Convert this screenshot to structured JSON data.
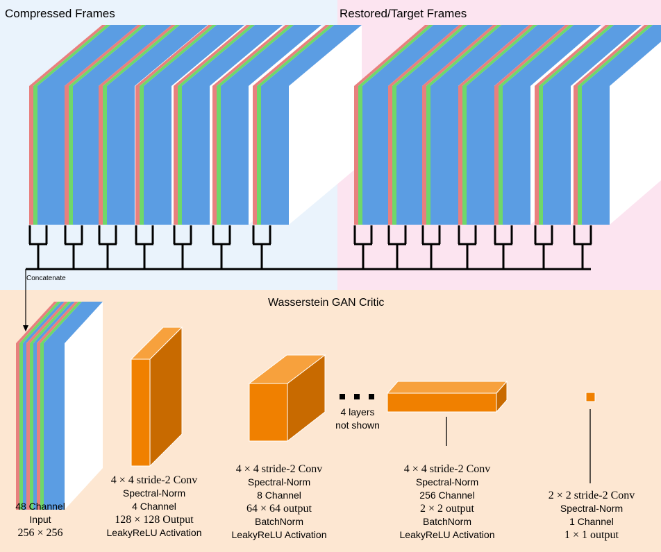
{
  "top": {
    "compressed_title": "Compressed Frames",
    "restored_title": "Restored/Target Frames",
    "concatenate_label": "Concatenate"
  },
  "critic": {
    "title": "Wasserstein GAN Critic",
    "layers_not_shown": [
      "4 layers",
      "not shown"
    ],
    "input": {
      "line1": "48 Channel",
      "line2": "Input",
      "line3": "256 × 256"
    },
    "layer1": {
      "line1": "4 × 4 stride-2 Conv",
      "line2": "Spectral-Norm",
      "line3": "4 Channel",
      "line4": "128 × 128 Output",
      "line5": "LeakyReLU Activation"
    },
    "layer2": {
      "line1": "4 × 4 stride-2 Conv",
      "line2": "Spectral-Norm",
      "line3": "8 Channel",
      "line4": "64 × 64 output",
      "line5": "BatchNorm",
      "line6": "LeakyReLU Activation"
    },
    "layer3": {
      "line1": "4 × 4 stride-2 Conv",
      "line2": "Spectral-Norm",
      "line3": "256 Channel",
      "line4": "2 × 2 output",
      "line5": "BatchNorm",
      "line6": "LeakyReLU Activation"
    },
    "layer4": {
      "line1": "2 × 2 stride-2 Conv",
      "line2": "Spectral-Norm",
      "line3": "1 Channel",
      "line4": "1 × 1 output"
    }
  },
  "colors": {
    "compressed_bg": "#eaf3fc",
    "restored_bg": "#fce4f0",
    "critic_bg": "#fde7d2",
    "frame_blue": "#5b9de3",
    "frame_red": "#e8807e",
    "frame_green": "#6fd86a",
    "block_front": "#f08000",
    "block_top": "#f7a13d",
    "block_side": "#c86a00"
  }
}
